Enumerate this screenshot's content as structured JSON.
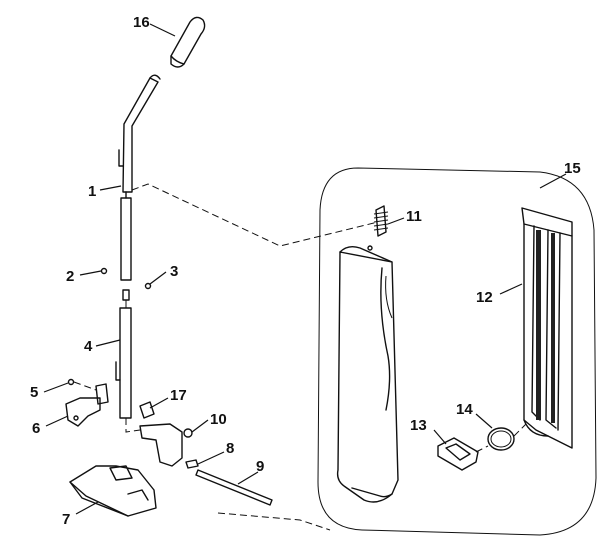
{
  "callouts": {
    "p1": "1",
    "p2": "2",
    "p3": "3",
    "p4": "4",
    "p5": "5",
    "p6": "6",
    "p7": "7",
    "p8": "8",
    "p9": "9",
    "p10": "10",
    "p11": "11",
    "p12": "12",
    "p13": "13",
    "p14": "14",
    "p15": "15",
    "p16": "16",
    "p17": "17"
  }
}
